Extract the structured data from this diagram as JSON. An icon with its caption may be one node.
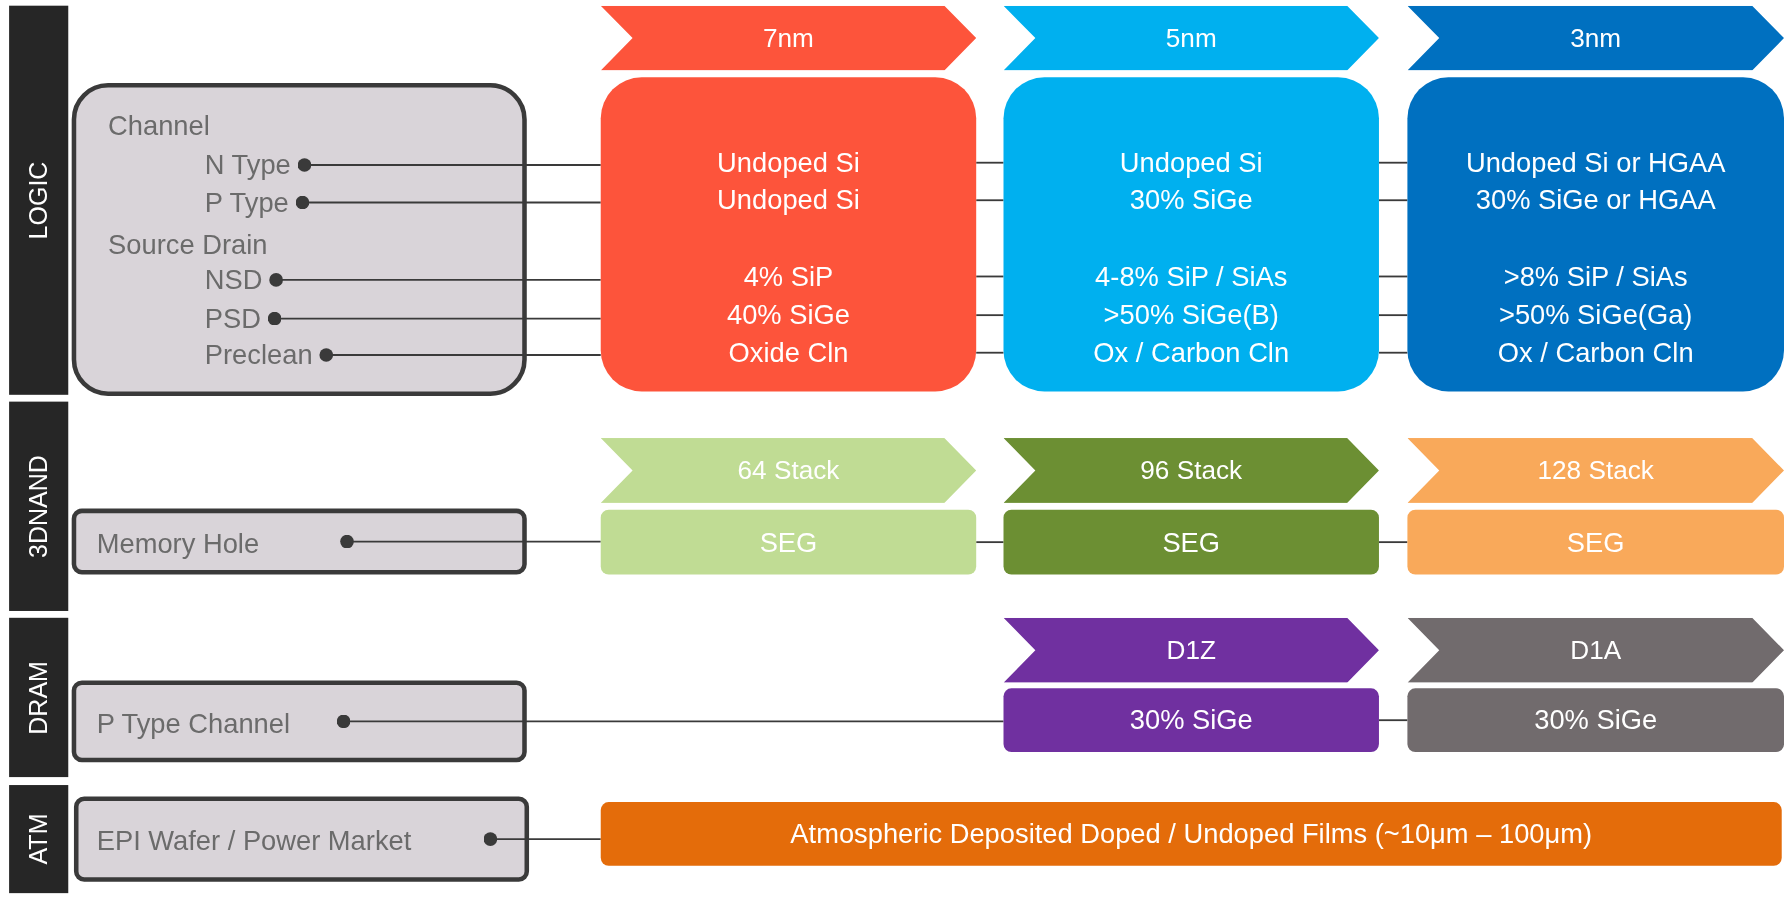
{
  "diagram": {
    "nodes": [
      {
        "text": [
          "LOGIC"
        ]
      },
      {
        "text": [
          "Channel",
          "Source Drain"
        ]
      },
      {
        "text": [
          "N Type"
        ],
        "in": 1
      },
      {
        "text": [
          "P Type"
        ],
        "in": 1
      },
      {
        "text": [
          "NSD"
        ],
        "in": 1
      },
      {
        "text": [
          "PSD"
        ],
        "in": 1
      },
      {
        "text": [
          "Preclean"
        ],
        "in": 1
      },
      {
        "text": [
          "7nm"
        ]
      },
      {
        "text": [
          "5nm"
        ]
      },
      {
        "text": [
          "3nm"
        ]
      },
      {
        "text": [
          "Undoped Si",
          "Undoped Si",
          "4% SiP",
          "40% SiGe",
          "Oxide Cln"
        ]
      },
      {
        "text": [
          "Undoped Si",
          "30% SiGe",
          "4-8% SiP / SiAs",
          ">50% SiGe(B)",
          "Ox / Carbon Cln"
        ]
      },
      {
        "text": [
          "Undoped Si or HGAA",
          "30% SiGe or HGAA",
          ">8% SiP / SiAs",
          ">50% SiGe(Ga)",
          "Ox / Carbon Cln"
        ]
      },
      {
        "text": [
          "3DNAND"
        ]
      },
      {
        "text": [
          "Memory Hole"
        ]
      },
      {
        "text": [
          "64 Stack"
        ]
      },
      {
        "text": [
          "96 Stack"
        ]
      },
      {
        "text": [
          "128 Stack"
        ]
      },
      {
        "text": [
          "SEG"
        ]
      },
      {
        "text": [
          "SEG"
        ]
      },
      {
        "text": [
          "SEG"
        ]
      },
      {
        "text": [
          "DRAM"
        ]
      },
      {
        "text": [
          "P Type Channel"
        ]
      },
      {
        "text": [
          "D1Z"
        ]
      },
      {
        "text": [
          "D1A"
        ]
      },
      {
        "text": [
          "30% SiGe"
        ]
      },
      {
        "text": [
          "30% SiGe"
        ]
      },
      {
        "text": [
          "ATM"
        ]
      },
      {
        "text": [
          "EPI Wafer / Power Market"
        ]
      },
      {
        "text": [
          "Atmospheric Deposited Doped / Undoped Films (~10μm – 100μm)"
        ]
      }
    ],
    "edges": [
      {
        "from": 2,
        "to": 10,
        "arrow": "other"
      },
      {
        "from": 3,
        "to": 10,
        "arrow": "other"
      },
      {
        "from": 4,
        "to": 10,
        "arrow": "other"
      },
      {
        "from": 5,
        "to": 10,
        "arrow": "other"
      },
      {
        "from": 6,
        "to": 10,
        "arrow": "other"
      },
      {
        "from": 10,
        "to": 11,
        "arrow": "none"
      },
      {
        "from": 10,
        "to": 11,
        "arrow": "none"
      },
      {
        "from": 10,
        "to": 11,
        "arrow": "none"
      },
      {
        "from": 10,
        "to": 11,
        "arrow": "none"
      },
      {
        "from": 10,
        "to": 11,
        "arrow": "none"
      },
      {
        "from": 11,
        "to": 12,
        "arrow": "none"
      },
      {
        "from": 11,
        "to": 12,
        "arrow": "none"
      },
      {
        "from": 11,
        "to": 12,
        "arrow": "none"
      },
      {
        "from": 11,
        "to": 12,
        "arrow": "none"
      },
      {
        "from": 11,
        "to": 12,
        "arrow": "none"
      },
      {
        "from": 14,
        "to": 18,
        "arrow": "other"
      },
      {
        "from": 18,
        "to": 19,
        "arrow": "none"
      },
      {
        "from": 19,
        "to": 20,
        "arrow": "none"
      },
      {
        "from": 22,
        "to": 25,
        "arrow": "other"
      },
      {
        "from": 25,
        "to": 26,
        "arrow": "none"
      },
      {
        "from": 28,
        "to": 29,
        "arrow": "other"
      }
    ]
  }
}
